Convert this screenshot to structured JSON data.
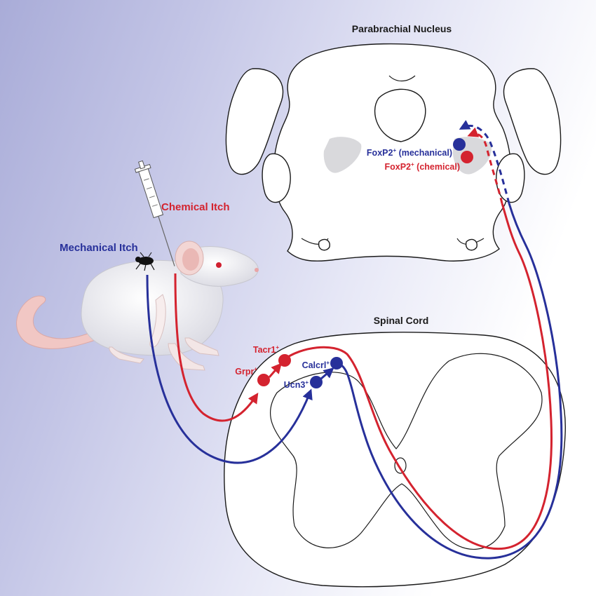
{
  "titles": {
    "brain": "Parabrachial Nucleus",
    "spinal": "Spinal Cord"
  },
  "labels": {
    "chemical_itch": "Chemical Itch",
    "mechanical_itch": "Mechanical Itch"
  },
  "neurons": {
    "tacr1": "Tacr1",
    "grpr": "Grpr",
    "calcrl": "Calcrl",
    "ucn3": "Ucn3",
    "foxp2_mech": "FoxP2",
    "foxp2_mech_suffix": " (mechanical)",
    "foxp2_chem": "FoxP2",
    "foxp2_chem_suffix": " (chemical)",
    "plus": "+"
  },
  "colors": {
    "chemical": "#d4232f",
    "mechanical": "#27309a",
    "background_left": "#a9acd8",
    "background_right": "#ffffff"
  }
}
